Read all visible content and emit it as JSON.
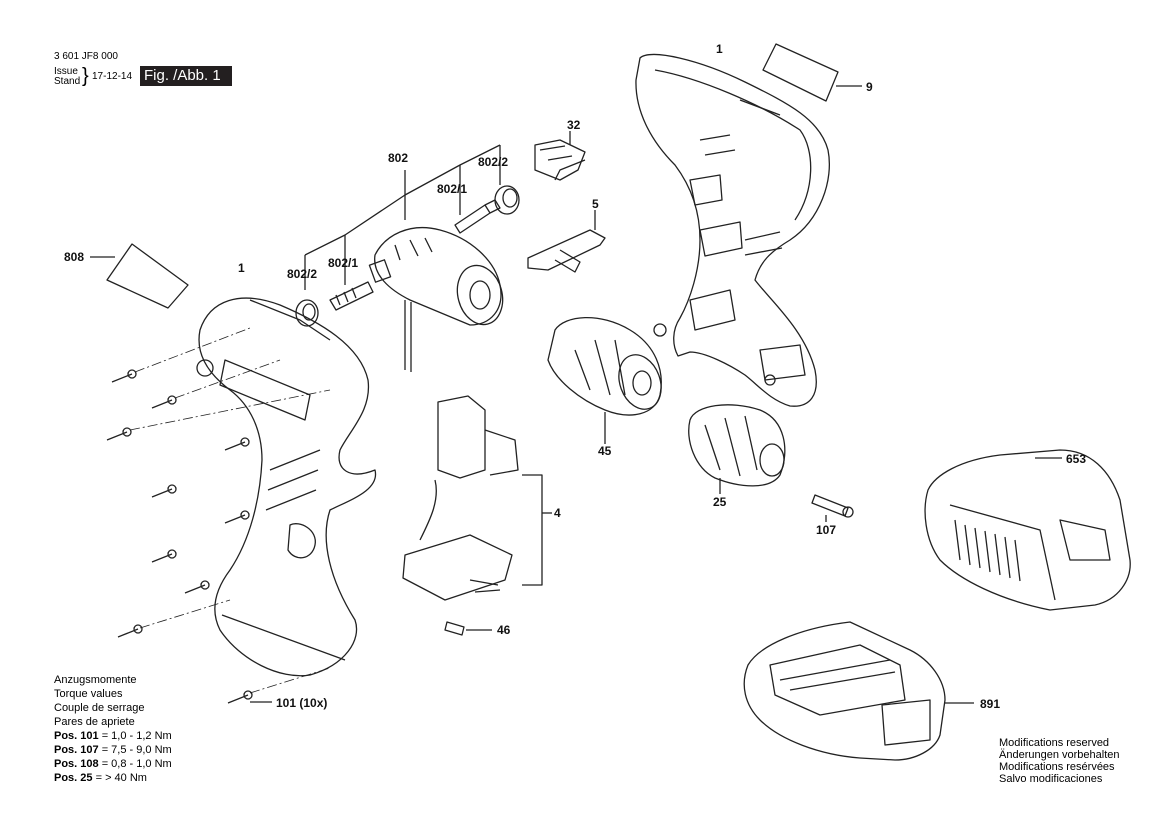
{
  "header": {
    "doc_number": "3 601 JF8 000",
    "issue_label": "Issue",
    "stand_label": "Stand",
    "date": "17-12-14",
    "fig_label": "Fig. /Abb. 1"
  },
  "parts": {
    "p1_right": "1",
    "p1_left": "1",
    "p9": "9",
    "p32": "32",
    "p802": "802",
    "p802_2_top": "802/2",
    "p802_1_top": "802/1",
    "p802_2_left": "802/2",
    "p802_1_left": "802/1",
    "p808": "808",
    "p5": "5",
    "p45": "45",
    "p25": "25",
    "p4": "4",
    "p107": "107",
    "p46": "46",
    "p653": "653",
    "p891": "891",
    "p101": "101 (10x)"
  },
  "torque": {
    "title_de": "Anzugsmomente",
    "title_en": "Torque values",
    "title_fr": "Couple de serrage",
    "title_es": "Pares de apriete",
    "rows": [
      {
        "pos": "Pos. 101",
        "value": "= 1,0 - 1,2 Nm"
      },
      {
        "pos": "Pos. 107",
        "value": "= 7,5 - 9,0 Nm"
      },
      {
        "pos": "Pos. 108",
        "value": "= 0,8 - 1,0 Nm"
      },
      {
        "pos": "Pos. 25",
        "value": "= > 40 Nm"
      }
    ]
  },
  "modifications": {
    "en": "Modifications reserved",
    "de": "Änderungen vorbehalten",
    "fr": "Modifications resérvées",
    "es": "Salvo modificaciones"
  }
}
